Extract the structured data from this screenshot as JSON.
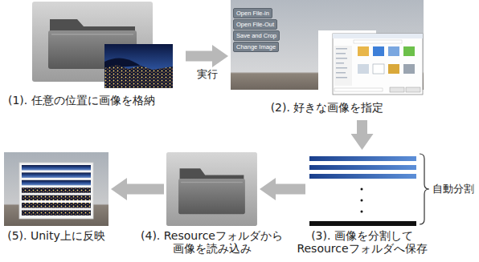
{
  "diagram": {
    "nodes": [
      {
        "text": [
          "(1). 任意の位置に画像を格納"
        ]
      },
      {
        "text": [
          "(2). 好きな画像を指定"
        ]
      },
      {
        "text": [
          "Open File-in"
        ],
        "in": 1
      },
      {
        "text": [
          "Open File-Out"
        ],
        "in": 1
      },
      {
        "text": [
          "Save and Crop"
        ],
        "in": 1
      },
      {
        "text": [
          "Change Image"
        ],
        "in": 1
      },
      {
        "text": [
          "(3). 画像を分割して Resourceフォルダへ保存"
        ]
      },
      {
        "text": [
          "(4). Resourceフォルダから 画像を読み込み"
        ]
      },
      {
        "text": [
          "(5). Unity上に反映"
        ]
      }
    ],
    "edges": [
      {
        "from": 0,
        "to": 1,
        "arrow": "to",
        "label": "実行"
      },
      {
        "from": 1,
        "to": 6,
        "arrow": "to"
      },
      {
        "from": 6,
        "to": 7,
        "arrow": "to"
      },
      {
        "from": 7,
        "to": 8,
        "arrow": "to"
      }
    ],
    "labels": [
      "自動分割"
    ]
  }
}
